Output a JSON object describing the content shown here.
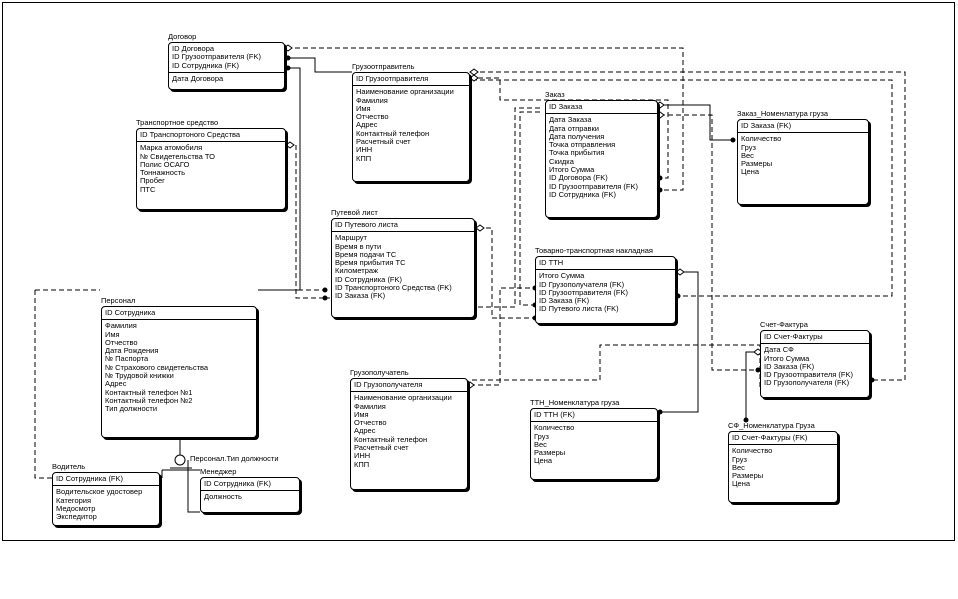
{
  "entities": {
    "dogovor": {
      "title": "Договор",
      "keys": [
        "ID Договора",
        "ID Грузоотправителя (FK)",
        "ID Сотрудника (FK)"
      ],
      "attrs": [
        "Дата Договора"
      ]
    },
    "gruzootpravitel": {
      "title": "Грузоотправитель",
      "keys": [
        "ID Грузоотправителя"
      ],
      "attrs": [
        "Наименование организации",
        "Фамилия",
        "Имя",
        "Отчество",
        "Адрес",
        "Контактный телефон",
        "Расчетный счет",
        "ИНН",
        "КПП"
      ]
    },
    "transport": {
      "title": "Транспортное средство",
      "keys": [
        "ID Транспортоного Средства"
      ],
      "attrs": [
        "Марка атомобиля",
        "№ Свидетельства ТО",
        "Полис ОСАГО",
        "Тоннажность",
        "Пробег",
        "ПТС"
      ]
    },
    "zakaz": {
      "title": "Заказ",
      "keys": [
        "ID Заказа"
      ],
      "attrs": [
        "Дата Заказа",
        "Дата отправки",
        "Дата получения",
        "Точка отправления",
        "Точка прибытия",
        "Скидка",
        "Итого Сумма",
        "ID Договора (FK)",
        "ID Грузоотправителя (FK)",
        "ID Сотрудника (FK)"
      ]
    },
    "zakaz_nom": {
      "title": "Заказ_Номенлатура груза",
      "keys": [
        "ID Заказа (FK)"
      ],
      "attrs": [
        "Количество",
        "Груз",
        "Вес",
        "Размеры",
        "Цена"
      ]
    },
    "putevoy": {
      "title": "Путевой лист",
      "keys": [
        "ID Путевого листа"
      ],
      "attrs": [
        "Маршрут",
        "Время в пути",
        "Время подачи ТС",
        "Время прибытия ТС",
        "Километраж",
        "ID Сотрудника (FK)",
        "ID Транспортоного Средства (FK)",
        "ID Заказа (FK)"
      ]
    },
    "ttn": {
      "title": "Товарно-транспортная накладная",
      "keys": [
        "ID ТТН"
      ],
      "attrs": [
        "Итого Сумма",
        "ID Грузополучателя (FK)",
        "ID Грузоотправителя (FK)",
        "ID Заказа (FK)",
        "ID Путевого листа (FK)"
      ]
    },
    "personal": {
      "title": "Персонал",
      "keys": [
        "ID Сотрудника"
      ],
      "attrs": [
        "Фамилия",
        "Имя",
        "Отчество",
        "Дата Рождения",
        "№ Паспорта",
        "№ Страхового свидетельства",
        "№ Трудовой книжки",
        "Адрес",
        "Контактный телефон №1",
        "Контактный телефон №2",
        "Тип должности"
      ]
    },
    "gruzopoluchatel": {
      "title": "Грузополучатель",
      "keys": [
        "ID Грузополучателя"
      ],
      "attrs": [
        "Наименование организации",
        "Фамилия",
        "Имя",
        "Отчество",
        "Адрес",
        "Контактный телефон",
        "Расчетный счет",
        "ИНН",
        "КПП"
      ]
    },
    "schet": {
      "title": "Счет-Фактура",
      "keys": [
        "ID Счет-Фактуры"
      ],
      "attrs": [
        "Дата СФ",
        "Итого Сумма",
        "ID Заказа (FK)",
        "ID Грузоотправителя (FK)",
        "ID Грузополучателя (FK)"
      ]
    },
    "ttn_nom": {
      "title": "ТТН_Номенклатура груза",
      "keys": [
        "ID ТТН (FK)"
      ],
      "attrs": [
        "Количество",
        "Груз",
        "Вес",
        "Размеры",
        "Цена"
      ]
    },
    "sf_nom": {
      "title": "СФ_Номенклатура Груза",
      "keys": [
        "ID Счет-Фактуры (FK)"
      ],
      "attrs": [
        "Количество",
        "Груз",
        "Вес",
        "Размеры",
        "Цена"
      ]
    },
    "voditel": {
      "title": "Водитель",
      "keys": [
        "ID Сотрудника (FK)"
      ],
      "attrs": [
        "Водительское удостовер",
        "Категория",
        "Медосмотр",
        "Экспедитор"
      ]
    },
    "menedzher": {
      "title": "Менеджер",
      "keys": [
        "ID Сотрудника (FK)"
      ],
      "attrs": [
        "Должность"
      ]
    }
  },
  "subtype_label": "Персонал.Тип должности"
}
